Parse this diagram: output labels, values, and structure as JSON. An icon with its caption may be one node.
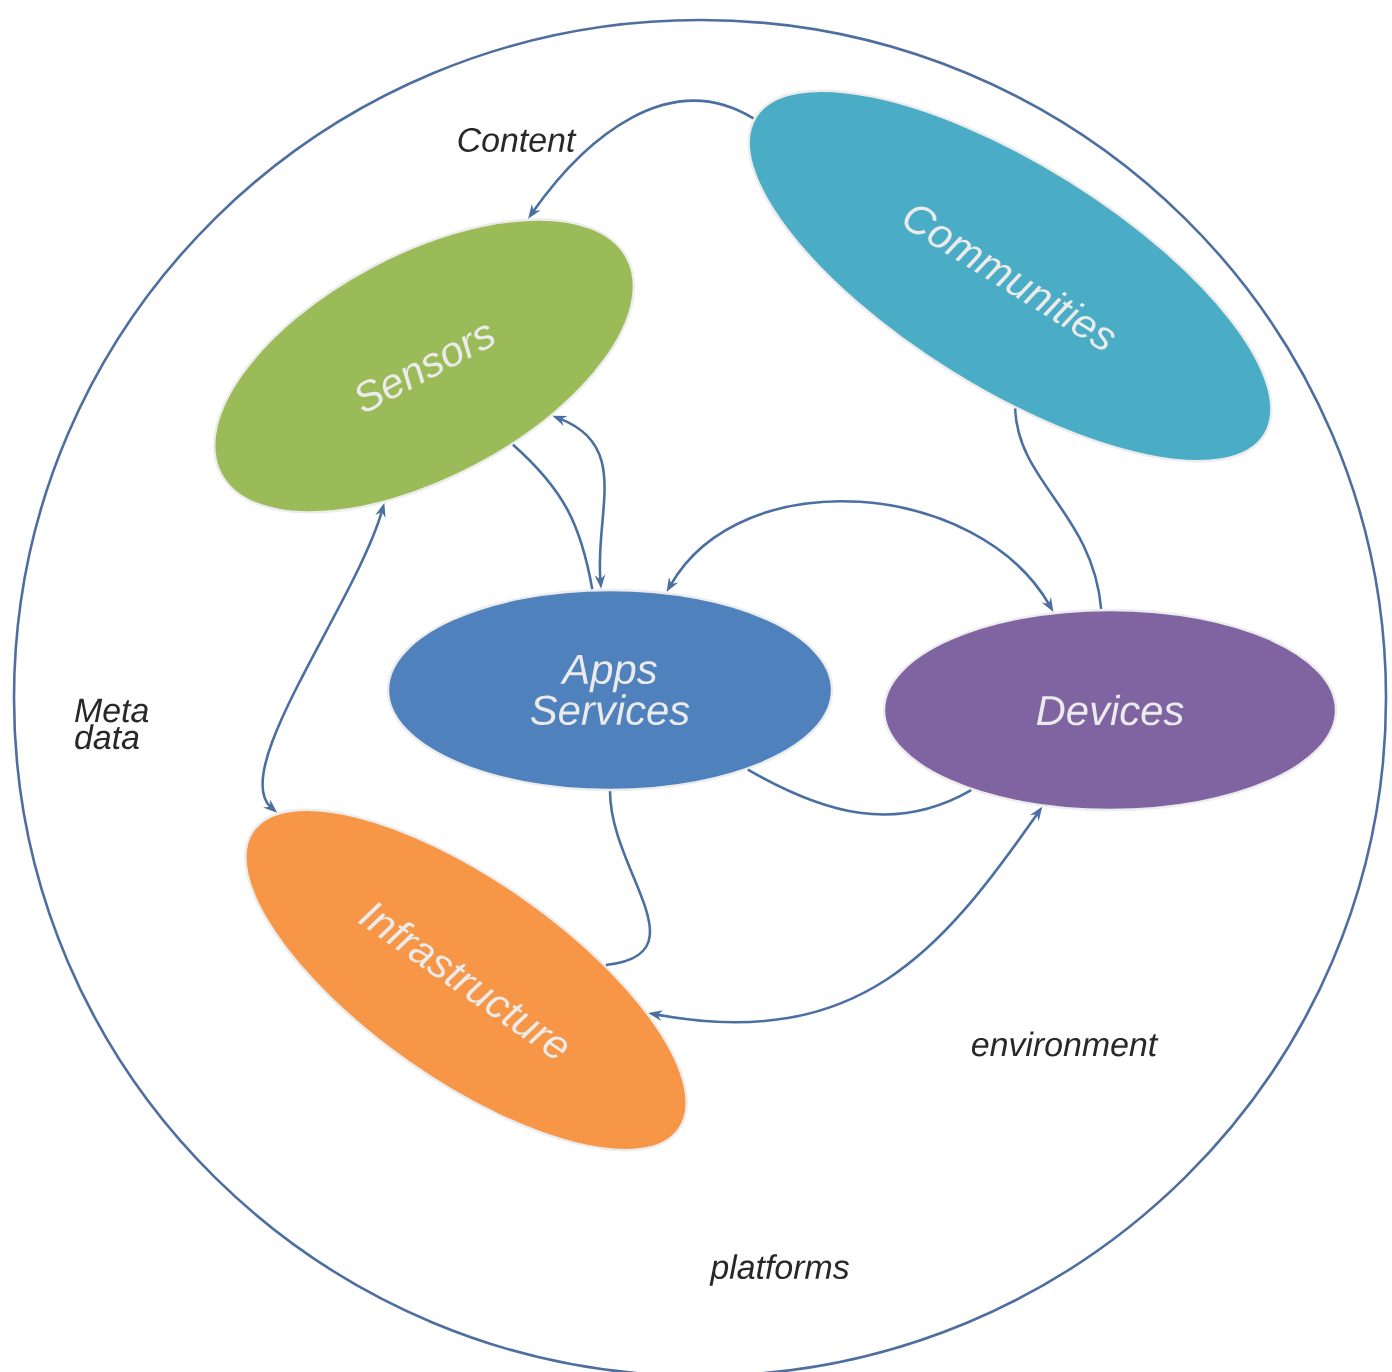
{
  "diagram": {
    "nodes": [
      {
        "text": [],
        "shape": "circle"
      },
      {
        "text": [
          "Sensors"
        ],
        "in": 0
      },
      {
        "text": [
          "Communities"
        ],
        "in": 0
      },
      {
        "text": [
          "Apps Services"
        ],
        "in": 0
      },
      {
        "text": [
          "Devices"
        ],
        "in": 0
      },
      {
        "text": [
          "Infrastructure"
        ],
        "in": 0
      }
    ],
    "edges": [
      {
        "from": 2,
        "to": 1,
        "arrow": "to"
      },
      {
        "from": 1,
        "to": 3,
        "arrow": "both"
      },
      {
        "from": 3,
        "to": 4,
        "arrow": "both"
      },
      {
        "from": 1,
        "to": 3,
        "arrow": "none"
      },
      {
        "from": 2,
        "to": 4,
        "arrow": "none"
      },
      {
        "from": 1,
        "to": 5,
        "arrow": "both"
      },
      {
        "from": 3,
        "to": 5,
        "arrow": "none"
      },
      {
        "from": 3,
        "to": 4,
        "arrow": "none"
      },
      {
        "from": 5,
        "to": 4,
        "arrow": "both"
      }
    ],
    "labels": [
      "Content",
      "Meta data",
      "environment",
      "platforms"
    ]
  }
}
